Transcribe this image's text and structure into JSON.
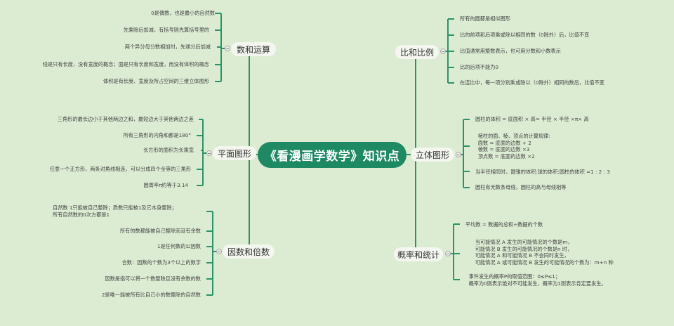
{
  "root": {
    "label": "《看漫画学数学》知识点"
  },
  "colors": {
    "background": "#dcecd2",
    "root_fill": "#1e8a64",
    "line": "#2a9468",
    "topic_fill": "#f3f7ef"
  },
  "topics": {
    "shu_he_yun_suan": {
      "label": "数和运算",
      "items": [
        "0是偶数，也是最小的自然数",
        "先乘除后加减，有括号则先算括号里的",
        "两个异分母分数相加时，先通分后加减",
        "线是只有长度，没有宽度的概念；面是只有长度和宽度，而没有体积的概念",
        "体积是有长度、宽度及所占空间的三维立体图形"
      ]
    },
    "ping_mian_tu_xing": {
      "label": "平面图形",
      "items": [
        "三角形的最长边小于其他两边之和，最短边大于其他两边之差",
        "所有三角形的内角和都是180°",
        "长方形的面积为长乘宽",
        "任意一个正方形，两条对角线相连，可以分成四个全等的三角形",
        "圆周率π约等于3.14"
      ]
    },
    "yin_shu_he_bei_shu": {
      "label": "因数和倍数",
      "items": [
        "自然数 1只能被自己整除；质数只能被1及它本身整除；\n所有自然数的0次方都是1",
        "所有的数都能被自己整除而没有余数",
        "1是任何数的公因数",
        "合数：因数的个数为3个以上的数字",
        "因数是指可以将一个数整除且没有余数的数",
        "2是唯一能被所有比自己小的数整除的自然数"
      ]
    },
    "bi_he_bi_li": {
      "label": "比和比例",
      "items": [
        "所有的圆都是相似图形",
        "比的前项和后项乘或除以相同的数（0除外）后，比值不变",
        "比值通常用整数表示，也可用分数和小数表示",
        "比的后项不能为0",
        "在连比中，每一项分别乘或除以（0除外）相同的数后，比值不变"
      ]
    },
    "li_ti_tu_xing": {
      "label": "立体图形",
      "items": [
        "圆柱的体积 = 底面积 × 高= 半径 × 半径 ×π× 高",
        "      棱柱的面、棱、顶点的计算规律:\n      面数 = 底面的边数 + 2\n      棱数 = 底面的边数 ×3\n      顶点数 = 底面的边数 ×2",
        "当半径相同时，圆锥的体积:球的体积:圆柱的体积 =1 : 2 : 3",
        "圆柱有无数条母线，圆柱的高与母线相等"
      ]
    },
    "gai_lv_he_tong_ji": {
      "label": "概率和统计",
      "items": [
        "平均数 = 数据的总和÷数据的个数",
        "      当可能情况 A 发生的可能情况的个数是m，\n      可能情况 B 发生的可能情况的个数是n 时，\n      可能情况 A 和可能情况 B 不会同时发生，\n      可能情况 A 或可能情况 B 发生的可能情况的个数为：m+n 种",
        "  事件发生的概率P的取值范围：0≤P≤1；\n  概率为0则表示绝对不可能发生，概率为1则表示肯定要发生。"
      ]
    }
  }
}
